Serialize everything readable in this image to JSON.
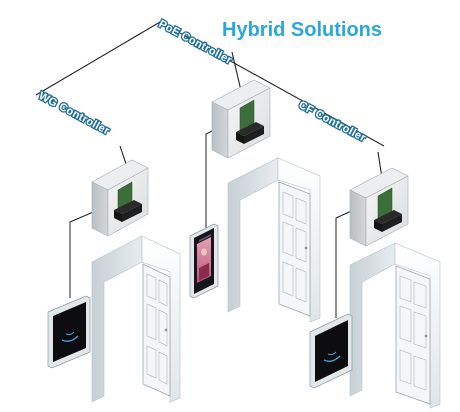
{
  "title": "Hybrid Solutions",
  "labels": {
    "poe": "PoE Controller",
    "wg": "WG Controller",
    "cf": "CF Controller"
  },
  "colors": {
    "title": "#2aa7dc",
    "label_outline": "#1f6f9a",
    "cable": "#222222",
    "wall": "#e9eef1",
    "door": "#f4f6f7"
  },
  "components": {
    "controllers": [
      "wg-controller-box",
      "poe-controller-box",
      "cf-controller-box"
    ],
    "readers": [
      "wg-card-reader",
      "poe-face-terminal",
      "cf-card-reader"
    ],
    "doors": [
      "door-left",
      "door-middle",
      "door-right"
    ]
  }
}
